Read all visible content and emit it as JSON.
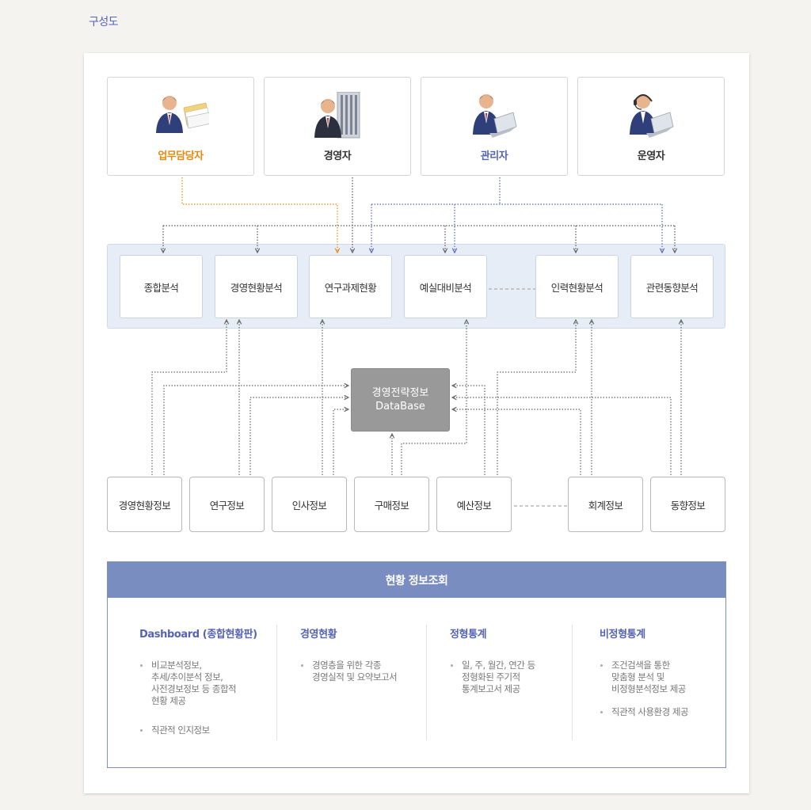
{
  "heading": "구성도",
  "actors": [
    {
      "name": "업무담당자",
      "color": "#e8890c",
      "icon": "user-with-documents-icon"
    },
    {
      "name": "경영자",
      "color": "#333333",
      "icon": "manager-with-building-icon"
    },
    {
      "name": "관리자",
      "color": "#5563b5",
      "icon": "admin-with-laptop-icon"
    },
    {
      "name": "운영자",
      "color": "#333333",
      "icon": "operator-with-headset-icon"
    }
  ],
  "analysis": [
    "종합분석",
    "경영현황분석",
    "연구과제현황",
    "예실대비분석",
    "인력현황분석",
    "관련동향분석"
  ],
  "database": {
    "line1": "경영전략정보",
    "line2": "DataBase"
  },
  "sources": [
    "경영현황정보",
    "연구정보",
    "인사정보",
    "구매정보",
    "예산정보",
    "회계정보",
    "동향정보"
  ],
  "panel": {
    "title": "현황 정보조회",
    "columns": [
      {
        "title": "Dashboard (종합현황판)",
        "items": [
          "비교분석정보,\n추세/추이분석 정보,\n사전경보정보 등 종합적\n현황 제공",
          "직관적 인지정보"
        ]
      },
      {
        "title": "경영현황",
        "items": [
          "경영층을 위한 각종\n경영실적 및 요약보고서"
        ]
      },
      {
        "title": "정형통계",
        "items": [
          "일, 주, 월간, 연간 등\n정형화된 주기적\n통계보고서 제공"
        ]
      },
      {
        "title": "비정형통계",
        "items": [
          "조건검색을 통한\n맞춤형 분석 및\n비정형분석정보 제공",
          "직관적 사용환경 제공"
        ]
      }
    ]
  },
  "colors": {
    "accent": "#5563b5",
    "orange": "#e8890c",
    "panel_header": "#7a8dc0",
    "database": "#999999"
  }
}
